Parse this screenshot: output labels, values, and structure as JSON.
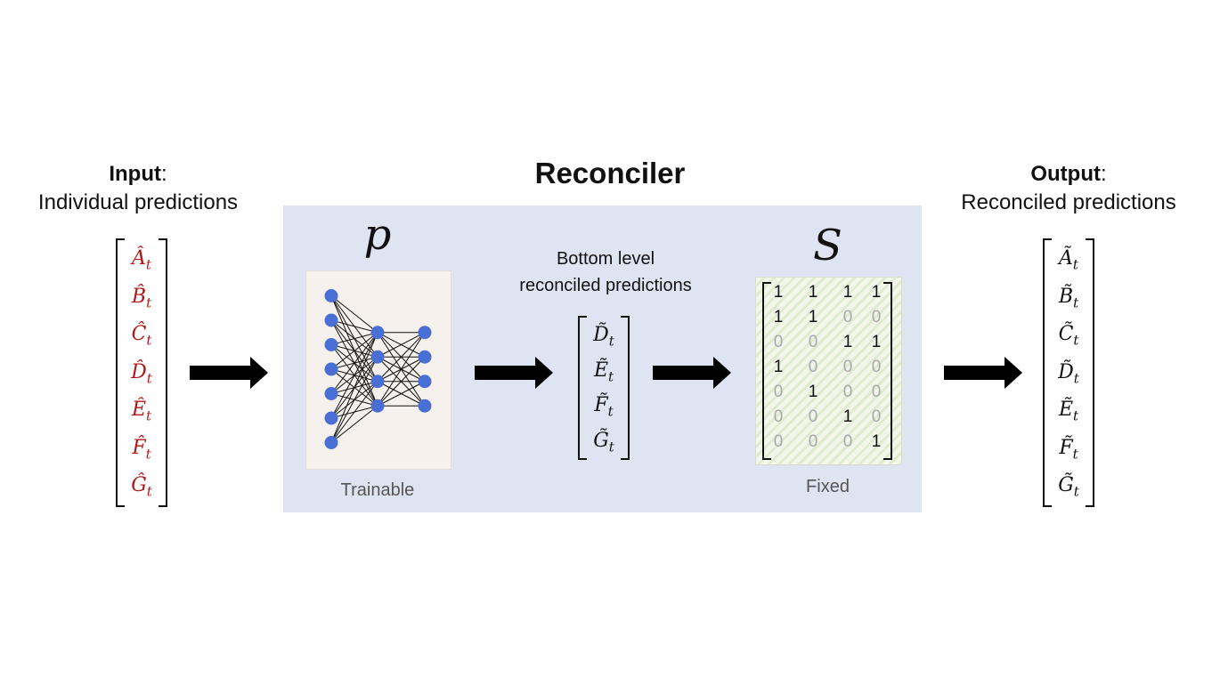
{
  "title": "Reconciler",
  "input": {
    "heading_bold": "Input",
    "heading_suffix": ":",
    "subheading": "Individual predictions",
    "color": "#b01818",
    "entries": [
      "Â",
      "B̂",
      "Ĉ",
      "D̂",
      "Ê",
      "F̂",
      "Ĝ"
    ],
    "subscript": "t"
  },
  "network": {
    "symbol": "p",
    "caption": "Trainable",
    "layers": [
      7,
      4,
      4
    ],
    "node_color": "#4a6fd4"
  },
  "bottom_level": {
    "heading_line1": "Bottom level",
    "heading_line2": "reconciled predictions",
    "entries": [
      "D̃",
      "Ẽ",
      "F̃",
      "G̃"
    ],
    "subscript": "t"
  },
  "summing_matrix": {
    "symbol": "S",
    "caption": "Fixed",
    "rows": [
      [
        1,
        1,
        1,
        1
      ],
      [
        1,
        1,
        0,
        0
      ],
      [
        0,
        0,
        1,
        1
      ],
      [
        1,
        0,
        0,
        0
      ],
      [
        0,
        1,
        0,
        0
      ],
      [
        0,
        0,
        1,
        0
      ],
      [
        0,
        0,
        0,
        1
      ]
    ]
  },
  "output": {
    "heading_bold": "Output",
    "heading_suffix": ":",
    "subheading": "Reconciled predictions",
    "entries": [
      "Ã",
      "B̃",
      "C̃",
      "D̃",
      "Ẽ",
      "F̃",
      "G̃"
    ],
    "subscript": "t"
  },
  "colors": {
    "panel": "#dfe4f3",
    "arrow": "#000000"
  }
}
